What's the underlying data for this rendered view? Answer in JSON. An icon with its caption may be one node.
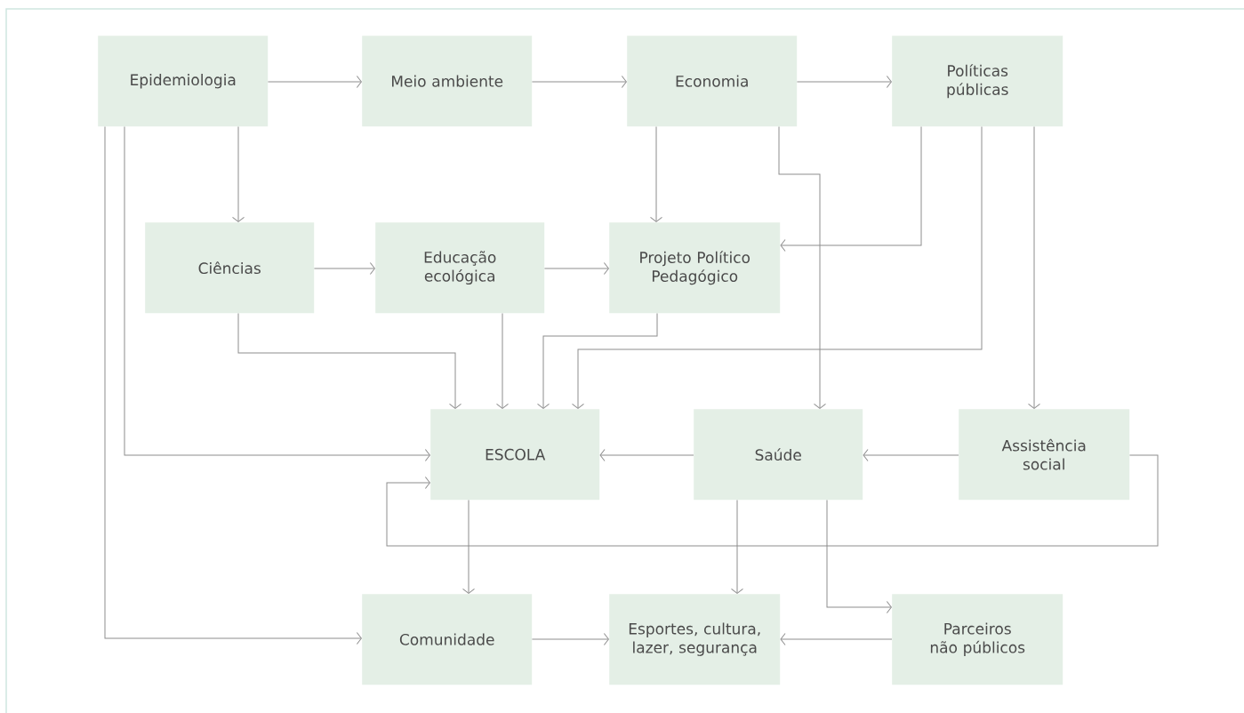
{
  "diagram": {
    "nodes": [
      {
        "text": [
          "Epidemiologia"
        ]
      },
      {
        "text": [
          "Meio ambiente"
        ]
      },
      {
        "text": [
          "Economia"
        ]
      },
      {
        "text": [
          "Políticas públicas"
        ]
      },
      {
        "text": [
          "Ciências"
        ]
      },
      {
        "text": [
          "Educação ecológica"
        ]
      },
      {
        "text": [
          "Projeto Político Pedagógico"
        ]
      },
      {
        "text": [
          "ESCOLA"
        ]
      },
      {
        "text": [
          "Saúde"
        ]
      },
      {
        "text": [
          "Assistência social"
        ]
      },
      {
        "text": [
          "Comunidade"
        ]
      },
      {
        "text": [
          "Esportes, cultura, lazer, segurança"
        ]
      },
      {
        "text": [
          "Parceiros não públicos"
        ]
      }
    ],
    "edges": [
      {
        "from": 0,
        "to": 1,
        "arrow": "to"
      },
      {
        "from": 1,
        "to": 2,
        "arrow": "to"
      },
      {
        "from": 2,
        "to": 3,
        "arrow": "to"
      },
      {
        "from": 0,
        "to": 4,
        "arrow": "to"
      },
      {
        "from": 0,
        "to": 7,
        "arrow": "to"
      },
      {
        "from": 0,
        "to": 10,
        "arrow": "to"
      },
      {
        "from": 2,
        "to": 6,
        "arrow": "to"
      },
      {
        "from": 2,
        "to": 8,
        "arrow": "to"
      },
      {
        "from": 3,
        "to": 6,
        "arrow": "to"
      },
      {
        "from": 3,
        "to": 7,
        "arrow": "to"
      },
      {
        "from": 3,
        "to": 9,
        "arrow": "to"
      },
      {
        "from": 4,
        "to": 5,
        "arrow": "to"
      },
      {
        "from": 5,
        "to": 6,
        "arrow": "to"
      },
      {
        "from": 4,
        "to": 7,
        "arrow": "to"
      },
      {
        "from": 5,
        "to": 7,
        "arrow": "to"
      },
      {
        "from": 6,
        "to": 7,
        "arrow": "to"
      },
      {
        "from": 8,
        "to": 7,
        "arrow": "to"
      },
      {
        "from": 9,
        "to": 8,
        "arrow": "to"
      },
      {
        "from": 9,
        "to": 7,
        "arrow": "to"
      },
      {
        "from": 7,
        "to": 10,
        "arrow": "to"
      },
      {
        "from": 8,
        "to": 11,
        "arrow": "to"
      },
      {
        "from": 8,
        "to": 12,
        "arrow": "to"
      },
      {
        "from": 10,
        "to": 11,
        "arrow": "to"
      },
      {
        "from": 12,
        "to": 11,
        "arrow": "to"
      }
    ]
  }
}
